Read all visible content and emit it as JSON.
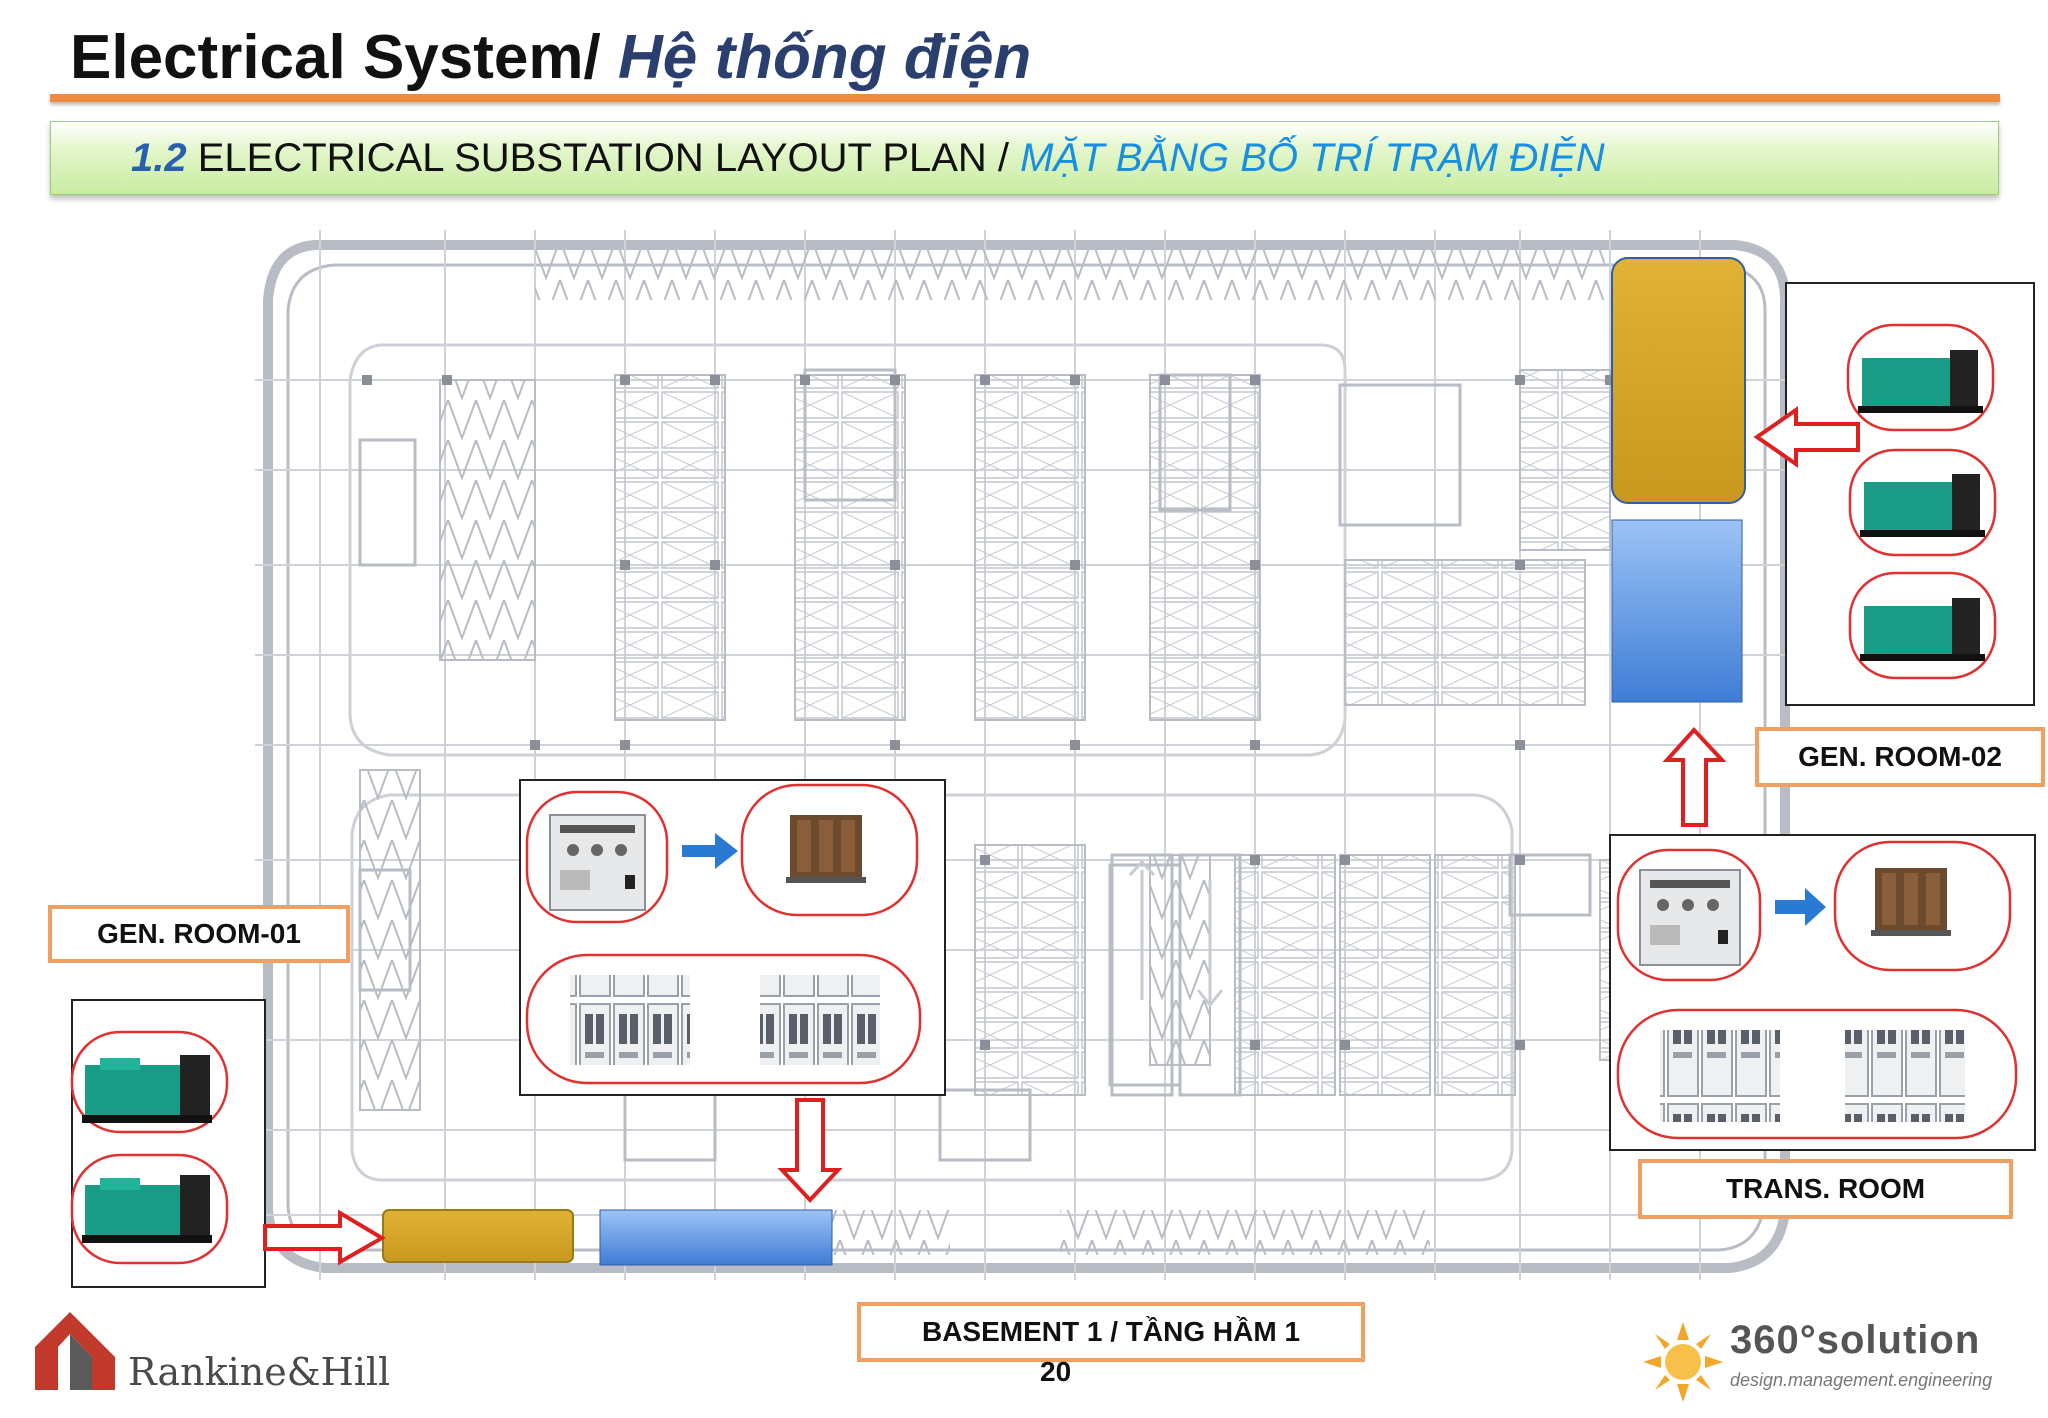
{
  "header": {
    "title_en": "Electrical System/",
    "title_vi": "Hệ thống điện"
  },
  "section": {
    "number": "1.2",
    "title_en": "ELECTRICAL SUBSTATION  LAYOUT PLAN /",
    "title_vi": "MẶT BẰNG BỐ TRÍ TRẠM ĐIỆN"
  },
  "labels": {
    "gen_room_01": "GEN. ROOM-01",
    "gen_room_02": "GEN. ROOM-02",
    "trans_room": "TRANS. ROOM",
    "basement": "BASEMENT 1 / TẦNG HẦM 1"
  },
  "page_number": "20",
  "logos": {
    "left": "Rankine&Hill",
    "right_main": "360°solution",
    "right_sub": "design.management.engineering"
  },
  "colors": {
    "generator_block": "#d4a42a",
    "transformer_block": "#5a90e0",
    "arrow_red": "#e02020",
    "arrow_blue": "#2a7ad4",
    "label_border": "#f0a060",
    "title_rule": "#f08a3c"
  }
}
